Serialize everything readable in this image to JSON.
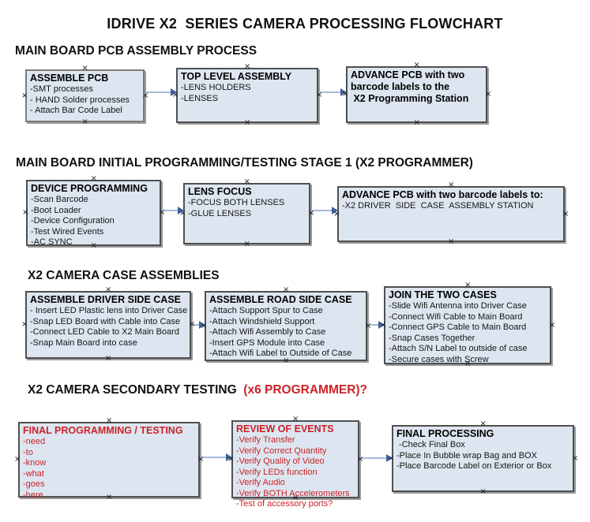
{
  "title": "IDRIVE X2  SERIES CAMERA PROCESSING FLOWCHART",
  "connection_marker": "×",
  "colors": {
    "box_fill": "#dde6f0",
    "box_border": "#4f4f4f",
    "arrow_line": "#a6bad8",
    "arrow_head": "#3f5f9e",
    "red_text": "#cc2229",
    "black_text": "#111111"
  },
  "sections": [
    {
      "heading": "MAIN BOARD PCB ASSEMBLY PROCESS",
      "heading_suffix": "",
      "boxes": [
        {
          "red": false,
          "title_lines": [
            "ASSEMBLE PCB"
          ],
          "lines": [
            "-SMT processes",
            "- HAND Solder processes",
            "- Attach Bar Code Label"
          ]
        },
        {
          "red": false,
          "title_lines": [
            "TOP LEVEL ASSEMBLY"
          ],
          "lines": [
            "-LENS HOLDERS",
            "-LENSES"
          ]
        },
        {
          "red": false,
          "title_lines": [
            "ADVANCE PCB with two",
            "barcode labels to the",
            " X2 Programming Station"
          ],
          "lines": []
        }
      ]
    },
    {
      "heading": "MAIN BOARD INITIAL PROGRAMMING/TESTING STAGE 1 (X2 PROGRAMMER)",
      "heading_suffix": "",
      "boxes": [
        {
          "red": false,
          "title_lines": [
            "DEVICE PROGRAMMING"
          ],
          "lines": [
            "-Scan Barcode",
            "-Boot Loader",
            "-Device Configuration",
            "-Test Wired Events",
            "-AC SYNC"
          ]
        },
        {
          "red": false,
          "title_lines": [
            "LENS FOCUS"
          ],
          "lines": [
            "-FOCUS BOTH LENSES",
            "-GLUE LENSES"
          ]
        },
        {
          "red": false,
          "title_lines": [
            "ADVANCE PCB with two barcode labels to:"
          ],
          "lines": [
            "-X2 DRIVER  SIDE  CASE  ASSEMBLY STATION"
          ]
        }
      ]
    },
    {
      "heading": "X2 CAMERA CASE ASSEMBLIES",
      "heading_suffix": "",
      "boxes": [
        {
          "red": false,
          "title_lines": [
            "ASSEMBLE DRIVER SIDE CASE"
          ],
          "lines": [
            "- Insert LED Plastic lens into Driver Case",
            "-Snap LED Board with Cable into Case",
            "-Connect LED Cable to X2 Main Board",
            "-Snap Main Board into case"
          ]
        },
        {
          "red": false,
          "title_lines": [
            "ASSEMBLE ROAD SIDE CASE"
          ],
          "lines": [
            "-Attach Support Spur to Case",
            "-Attach Windshield Support",
            "-Attach Wifi Assembly to Case",
            "-Insert GPS Module into Case",
            "-Attach Wifi Label to Outside of Case"
          ]
        },
        {
          "red": false,
          "title_lines": [
            "JOIN THE TWO CASES"
          ],
          "lines": [
            "-Slide Wifi Antenna into Driver Case",
            "-Connect Wifi Cable to Main Board",
            "-Connect GPS Cable to Main Board",
            "-Snap Cases Together",
            "-Attach S/N Label to outside of case",
            "-Secure cases with Screw"
          ]
        }
      ]
    },
    {
      "heading": "X2 CAMERA SECONDARY TESTING  ",
      "heading_suffix": "(x6 PROGRAMMER)?",
      "boxes": [
        {
          "red": true,
          "title_lines": [
            "FINAL PROGRAMMING / TESTING"
          ],
          "lines": [
            "-need",
            "-to",
            "-know",
            "-what",
            "-goes",
            "-here"
          ]
        },
        {
          "red": true,
          "title_lines": [
            "REVIEW OF EVENTS"
          ],
          "lines": [
            "-Verify Transfer",
            "-Verify Correct Quantity",
            "-Verify Quality of Video",
            "-Verify LEDs function",
            "-Verify Audio",
            "-Verify BOTH Accelerometers",
            "-Test of accessory ports?"
          ]
        },
        {
          "red": false,
          "title_lines": [
            "FINAL PROCESSING"
          ],
          "lines": [
            " -Check Final Box",
            "-Place In Bubble wrap Bag and BOX",
            "-Place Barcode Label on Exterior or Box"
          ]
        }
      ]
    }
  ]
}
